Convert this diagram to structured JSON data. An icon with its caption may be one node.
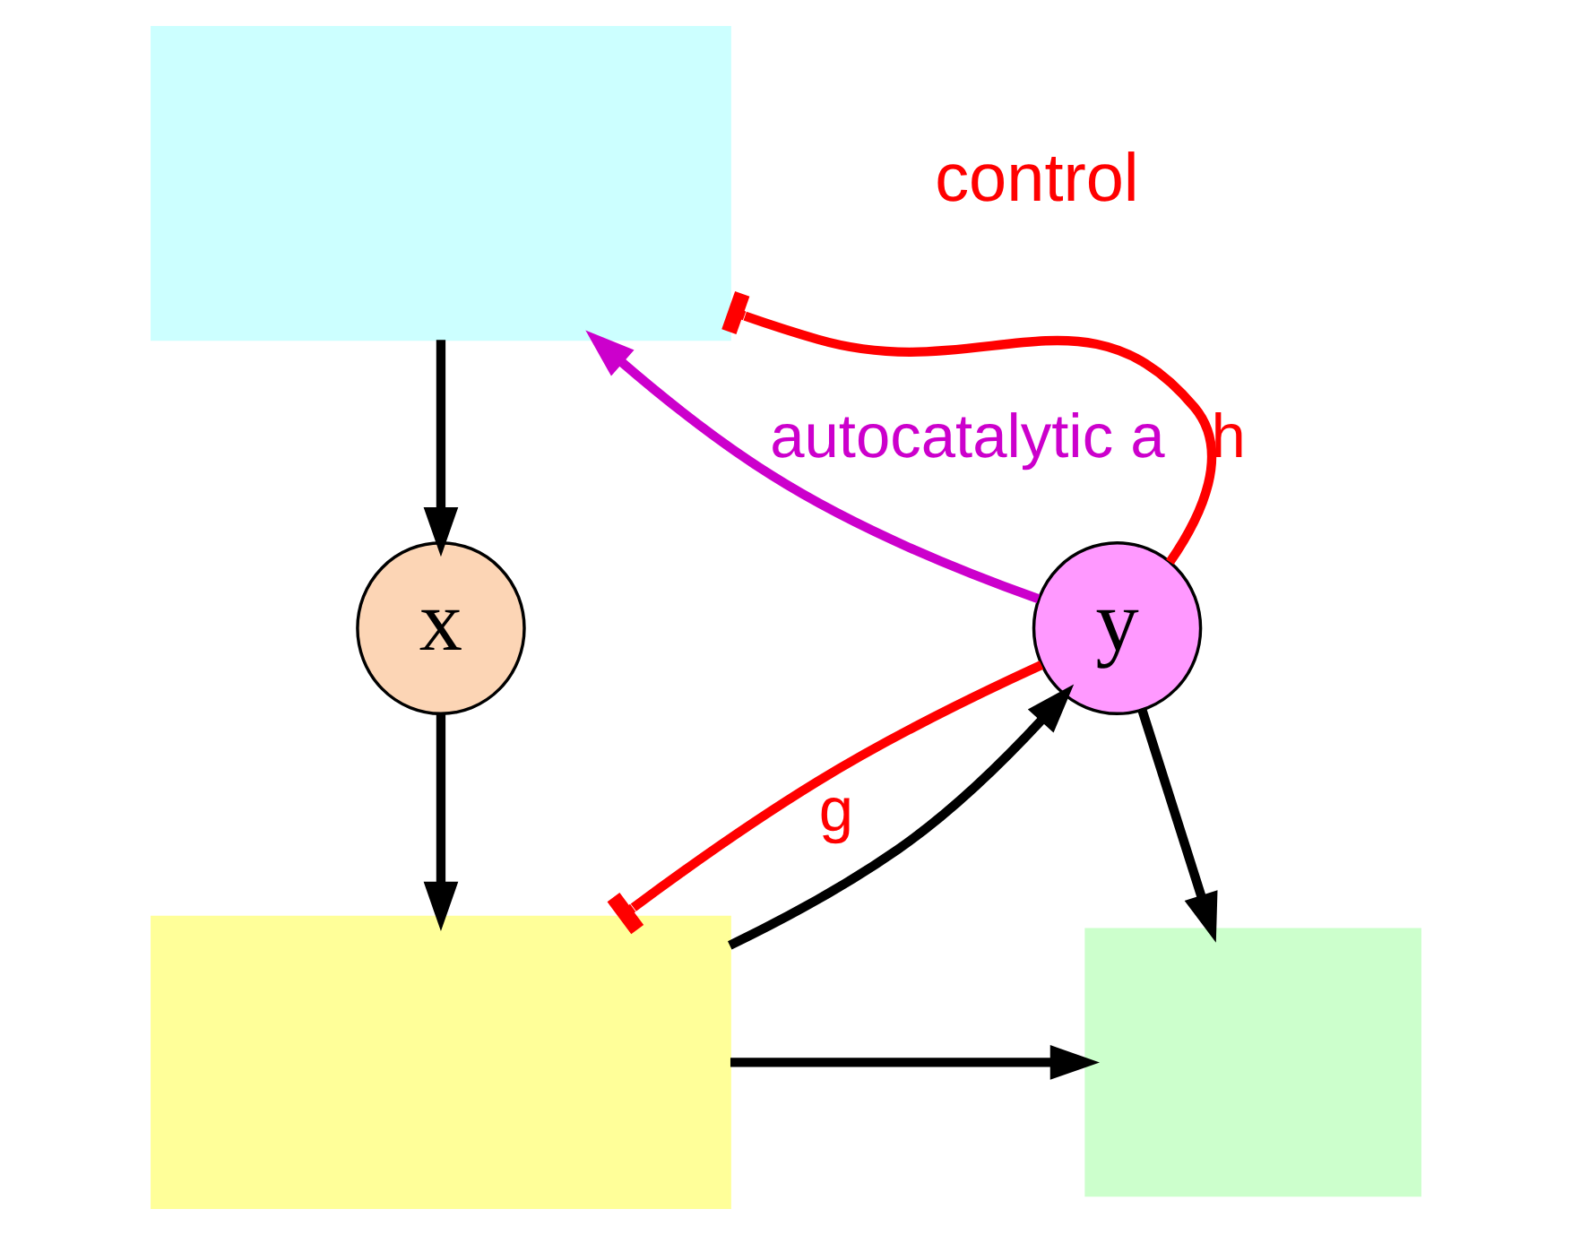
{
  "diagram": {
    "nodes": [
      {
        "text": [],
        "shape": "box"
      },
      {
        "text": [
          "x"
        ]
      },
      {
        "text": [],
        "shape": "box"
      },
      {
        "text": [
          "y"
        ]
      },
      {
        "text": [],
        "shape": "box"
      }
    ],
    "edges": [
      {
        "from": 0,
        "to": 1,
        "arrow": "to"
      },
      {
        "from": 1,
        "to": 2,
        "arrow": "to"
      },
      {
        "from": 2,
        "to": 3,
        "arrow": "to"
      },
      {
        "from": 3,
        "to": 4,
        "arrow": "to"
      },
      {
        "from": 3,
        "to": 0,
        "arrow": "to",
        "color": "#cc00cc",
        "label": "autocatalytic a"
      },
      {
        "from": 3,
        "to": 0,
        "arrow": "other",
        "color": "#ff0000",
        "label": "h"
      },
      {
        "from": 3,
        "to": 2,
        "arrow": "other",
        "color": "#ff0000",
        "label": "g"
      },
      {
        "from": 2,
        "to": 4,
        "arrow": "to"
      }
    ],
    "labels": [
      "control"
    ]
  }
}
